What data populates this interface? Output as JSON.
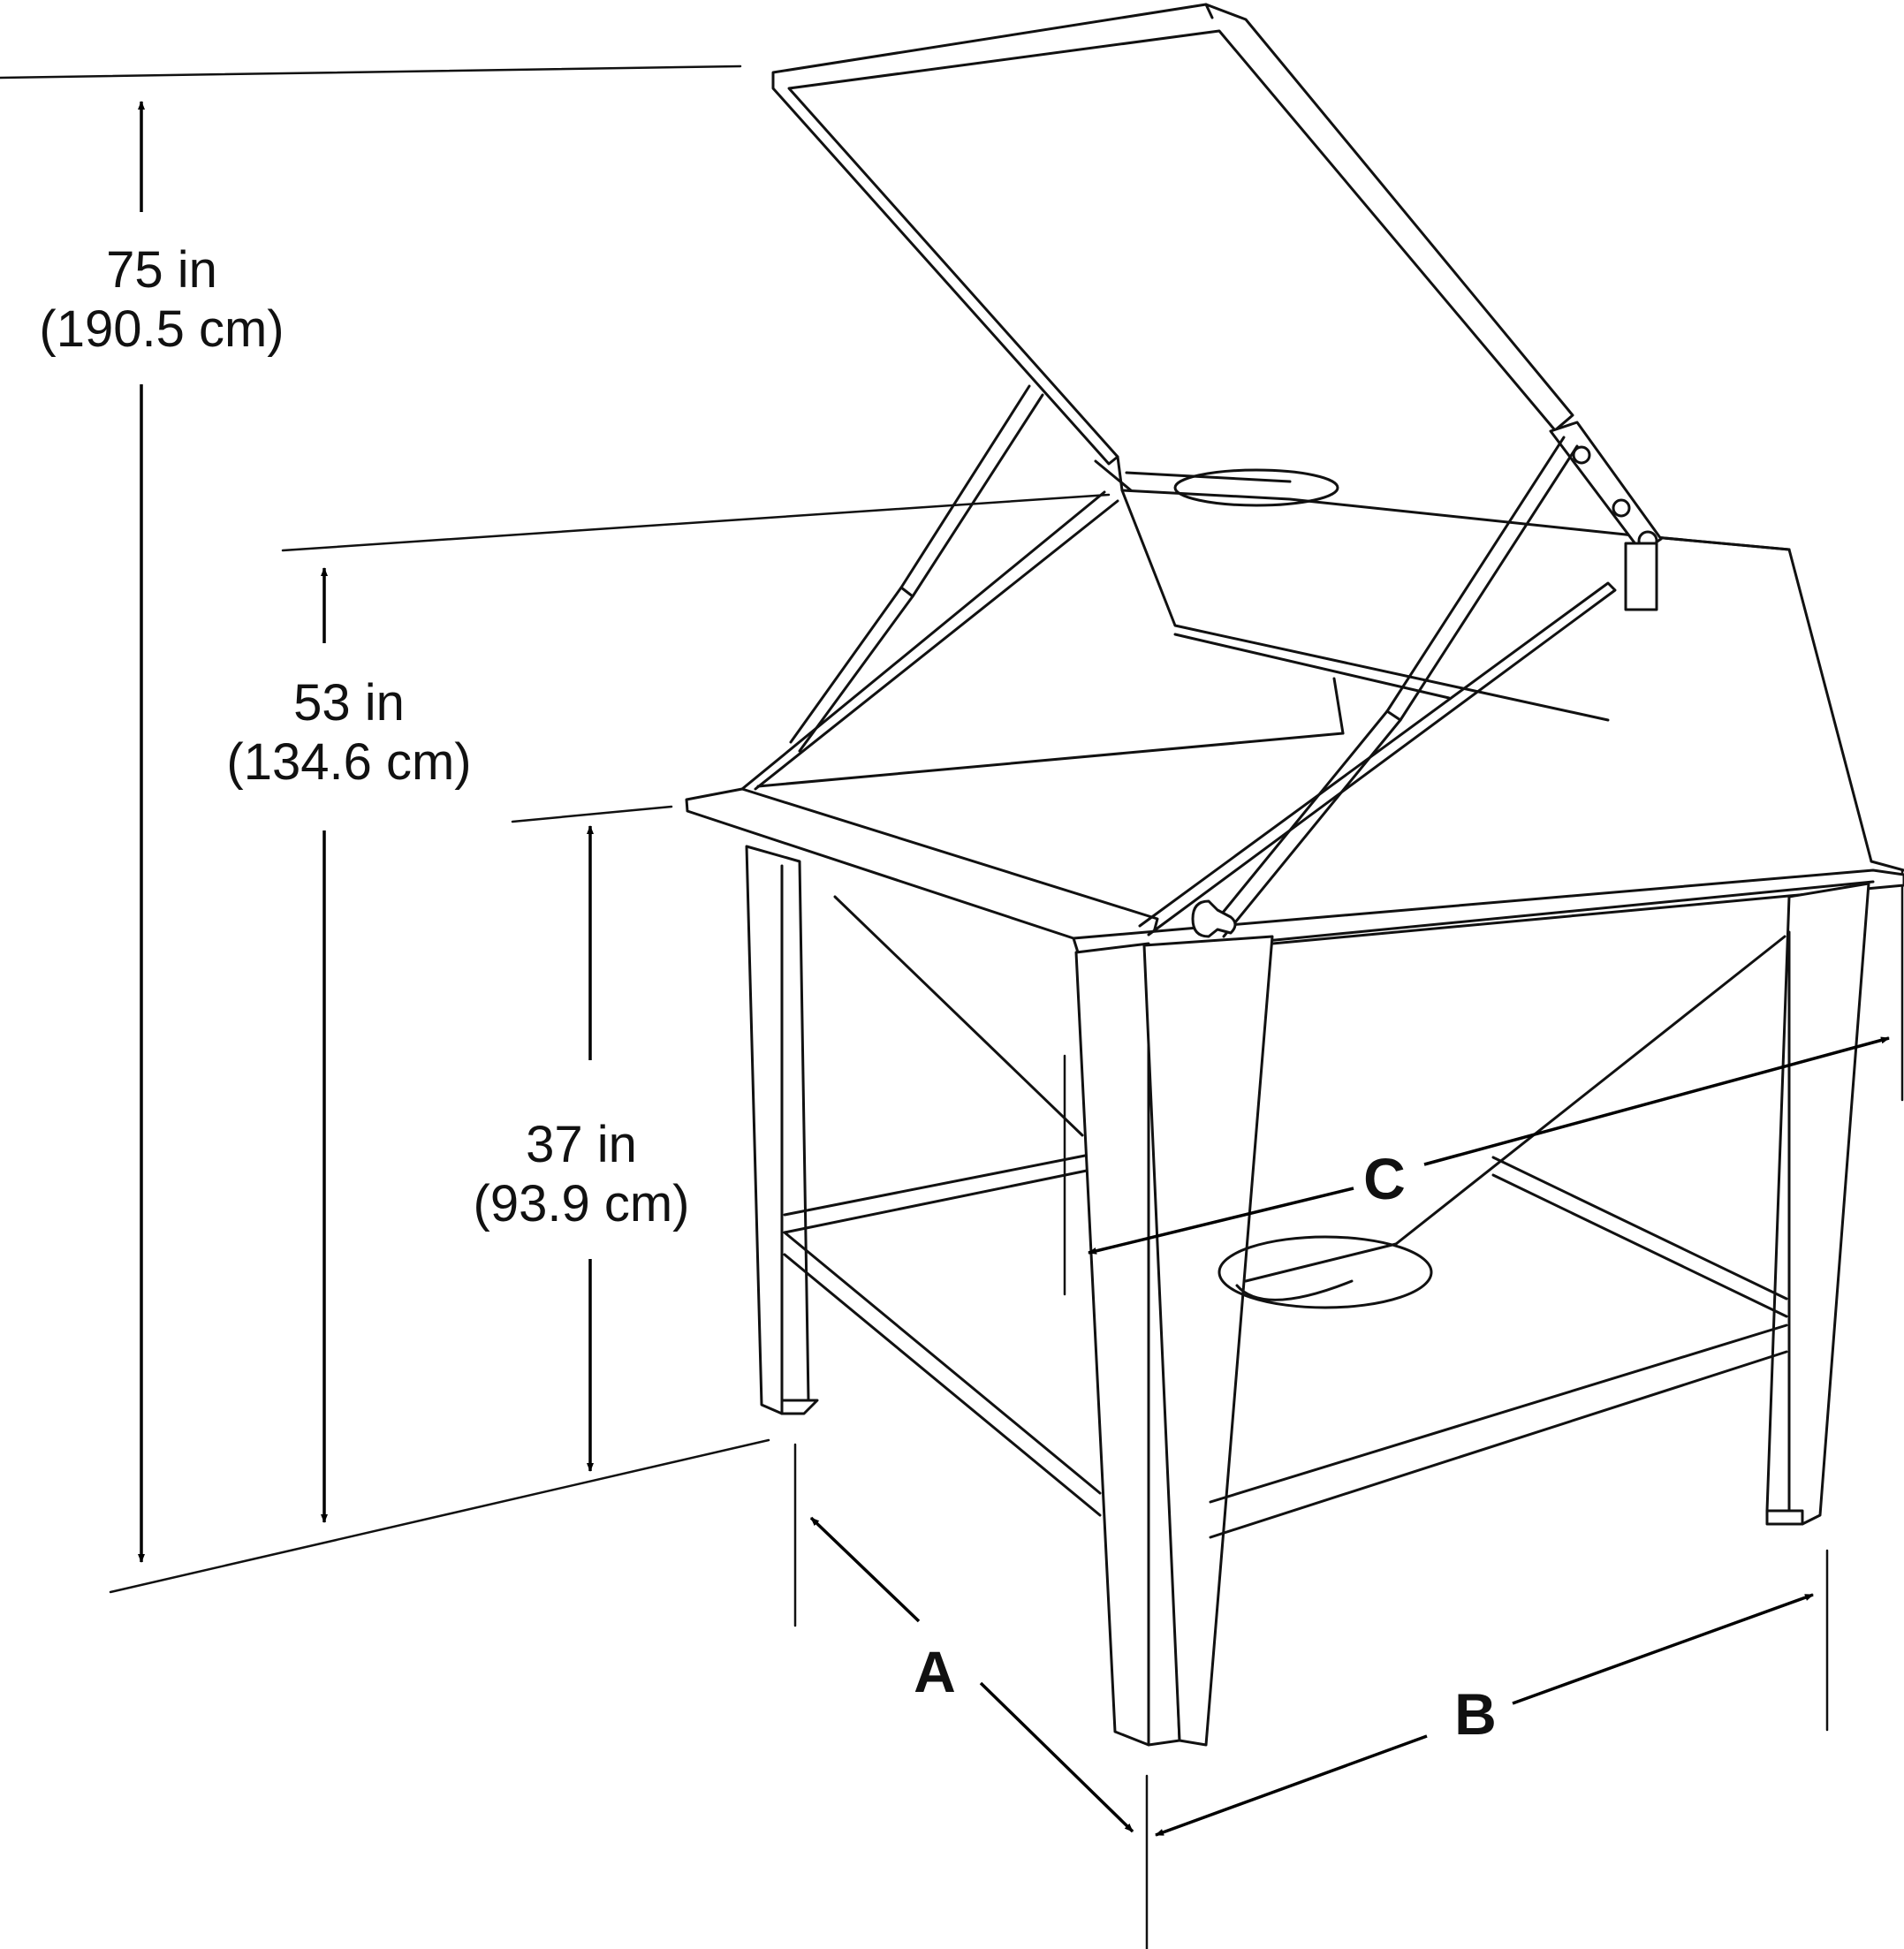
{
  "dimensions": {
    "overall_height": {
      "imperial": "75 in",
      "metric": "(190.5 cm)"
    },
    "hopper_height": {
      "imperial": "53 in",
      "metric": "(134.6 cm)"
    },
    "leg_height": {
      "imperial": "37 in",
      "metric": "(93.9 cm)"
    },
    "depth_label": "A",
    "width_label": "B",
    "diagonal_label": "C"
  },
  "colors": {
    "line": "#111111",
    "background": "#ffffff"
  }
}
